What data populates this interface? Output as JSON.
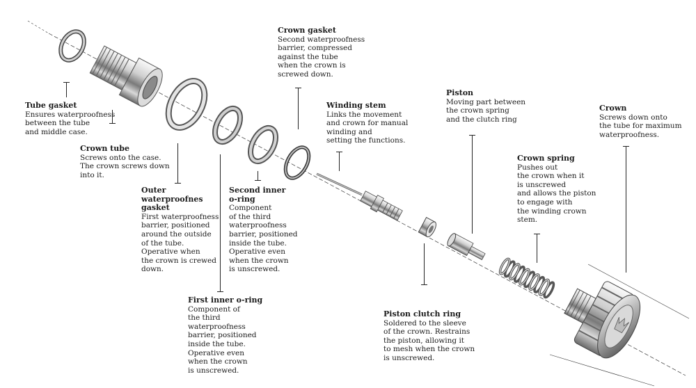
{
  "labels": [
    {
      "key": "tube_gasket",
      "title": "Tube gasket",
      "body": "Ensures waterproofness\nbetween the tube\nand middle case."
    },
    {
      "key": "crown_tube",
      "title": "Crown tube",
      "body": "Screws onto the case.\nThe crown screws down\ninto it."
    },
    {
      "key": "outer_gasket",
      "title": "Outer\nwaterproofnes\ngasket",
      "body": "First waterproofness\nbarrier, positioned\naround the outside\nof the tube.\nOperative when\nthe crown is crewed\ndown."
    },
    {
      "key": "second_inner_oring",
      "title": "Second inner\no-ring",
      "body": "Component\nof the third\nwaterproofness\nbarrier, positioned\ninside the tube.\nOperative even\nwhen the crown\nis unscrewed."
    },
    {
      "key": "first_inner_oring",
      "title": "First inner o-ring",
      "body": "Component of\nthe third\nwaterproofness\nbarrier, positioned\ninside the tube.\nOperative even\nwhen the crown\nis unscrewed."
    },
    {
      "key": "crown_gasket",
      "title": "Crown gasket",
      "body": "Second waterproofness\nbarrier, compressed\nagainst the tube\nwhen the crown is\nscrewed down."
    },
    {
      "key": "winding_stem",
      "title": "Winding stem",
      "body": "Links the movement\nand crown for manual\nwinding and\nsetting the functions."
    },
    {
      "key": "piston",
      "title": "Piston",
      "body": "Moving part between\nthe crown spring\nand the clutch ring"
    },
    {
      "key": "piston_clutch_ring",
      "title": "Piston clutch ring",
      "body": "Soldered to the sleeve\nof the crown. Restrains\nthe piston, allowing it\nto mesh when the crown\nis unscrewed."
    },
    {
      "key": "crown_spring",
      "title": "Crown spring",
      "body": "Pushes out\nthe crown when it\nis unscrewed\nand allows the piston\nto engage with\nthe winding crown\nstem."
    },
    {
      "key": "crown",
      "title": "Crown",
      "body": "Screws down onto\nthe tube for maximum\nwaterproofness."
    }
  ],
  "colors": {
    "text": "#1a1a1a",
    "metal_light": "#f2f2f2",
    "metal_mid": "#b9b9b9",
    "metal_dark": "#555555",
    "gold": "#d8c79a"
  }
}
